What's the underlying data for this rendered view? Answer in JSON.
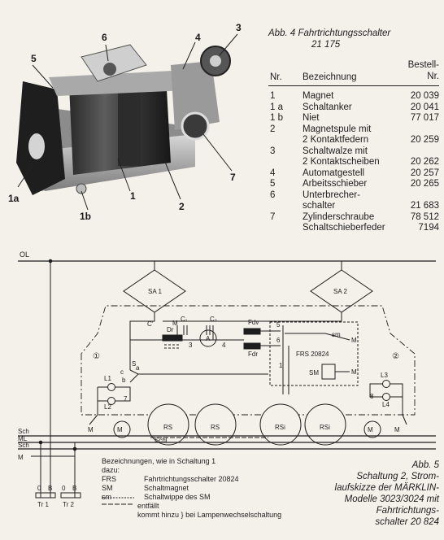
{
  "figure4": {
    "caption_title": "Abb. 4  Fahrtrichtungsschalter",
    "caption_number": "21 175",
    "callouts": [
      "1",
      "1a",
      "1b",
      "2",
      "3",
      "4",
      "5",
      "6",
      "7"
    ]
  },
  "parts_table": {
    "headers": {
      "nr": "Nr.",
      "bezeichnung": "Bezeichnung",
      "bestell_line1": "Bestell-",
      "bestell_line2": "Nr."
    },
    "rows": [
      {
        "nr": "1",
        "name": "Magnet",
        "order": "20 039"
      },
      {
        "nr": "1 a",
        "name": "Schaltanker",
        "order": "20 041"
      },
      {
        "nr": "1 b",
        "name": "Niet",
        "order": "77 017"
      },
      {
        "nr": "2",
        "name": "Magnetspule mit",
        "order": ""
      },
      {
        "nr": "",
        "name": "2 Kontaktfedern",
        "order": "20 259"
      },
      {
        "nr": "3",
        "name": "Schaltwalze mit",
        "order": ""
      },
      {
        "nr": "",
        "name": "2 Kontaktscheiben",
        "order": "20 262"
      },
      {
        "nr": "4",
        "name": "Automatgestell",
        "order": "20 257"
      },
      {
        "nr": "5",
        "name": "Arbeitsschieber",
        "order": "20 265"
      },
      {
        "nr": "6",
        "name": "Unterbrecher-",
        "order": ""
      },
      {
        "nr": "",
        "name": "schalter",
        "order": "21 683"
      },
      {
        "nr": "7",
        "name": "Zylinderschraube",
        "order": "78 512"
      },
      {
        "nr": "",
        "name": "Schaltschieberfeder",
        "order": "7194"
      }
    ]
  },
  "schematic": {
    "labels": {
      "ol": "OL",
      "sa1": "SA 1",
      "sa2": "SA 2",
      "c_prime": "C'",
      "m": "M",
      "c1": "C₁",
      "c2": "C₂",
      "dr": "Dr",
      "a": "A",
      "n3": "3",
      "n4": "4",
      "fdv": "Fdv",
      "fdr": "Fdr",
      "n5": "5",
      "n6": "6",
      "n1": "1",
      "sm_contact": "sm",
      "frs": "FRS 20824",
      "sm_box": "SM",
      "s": "S",
      "c": "c",
      "a_small": "a",
      "b": "b",
      "l1": "L1",
      "l2": "L2",
      "l3": "L3",
      "l4": "L4",
      "n7": "7",
      "n8": "8",
      "circ1": "①",
      "circ2": "②",
      "rs": "RS",
      "rsi": "RSi",
      "schl": "Schl",
      "sch": "Sch",
      "ml": "ML",
      "o": "0",
      "bb": "B",
      "tr1": "Tr 1",
      "tr2": "Tr 2"
    }
  },
  "legend": {
    "intro_line1": "Bezeichnungen, wie in Schaltung 1",
    "intro_line2": "dazu:",
    "items": [
      {
        "key": "FRS",
        "text": "Fahrtrichtungsschalter 20824"
      },
      {
        "key": "SM",
        "text": "Schaltmagnet"
      },
      {
        "key": "sm",
        "text": "Schaltwippe des SM"
      }
    ],
    "line_entfaellt": "entfällt",
    "line_hinzu": "kommt hinzu",
    "brace_note": "bei Lampenwechselschaltung"
  },
  "figure5": {
    "lines": [
      "Abb. 5",
      "Schaltung 2, Strom-",
      "laufskizze der MÄRKLIN-",
      "Modelle 3023/3024 mit",
      "Fahrtrichtungs-",
      "schalter 20 824"
    ]
  }
}
